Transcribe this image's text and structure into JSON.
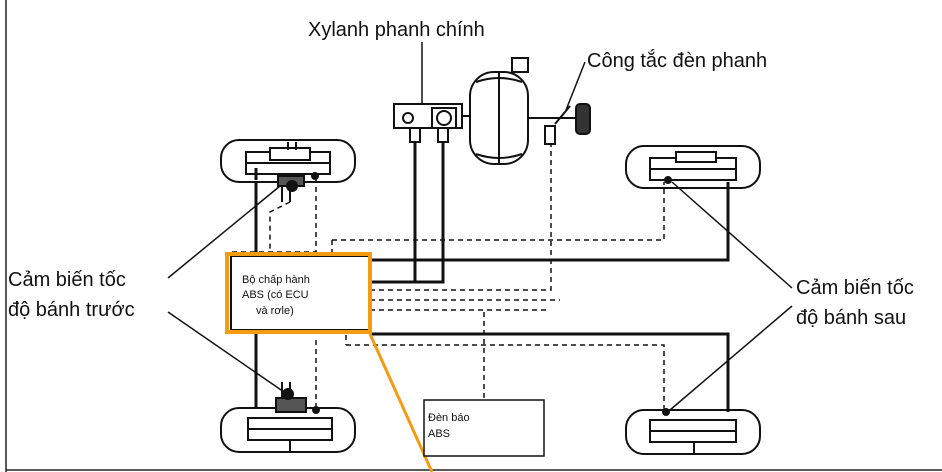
{
  "labels": {
    "master_cylinder": "Xylanh phanh chính",
    "brake_light_switch": "Công tắc đèn phanh",
    "front_sensor_line1": "Cảm biến tốc",
    "front_sensor_line2": "độ bánh trước",
    "rear_sensor_line1": "Cảm biến tốc",
    "rear_sensor_line2": "độ bánh sau",
    "actuator_line1": "Bộ chấp hành",
    "actuator_line2": "ABS (có ECU",
    "actuator_line3": "và rơle)",
    "warning_line1": "Đèn báo",
    "warning_line2": "ABS"
  },
  "colors": {
    "highlight": "#f39c12",
    "line": "#111111"
  }
}
